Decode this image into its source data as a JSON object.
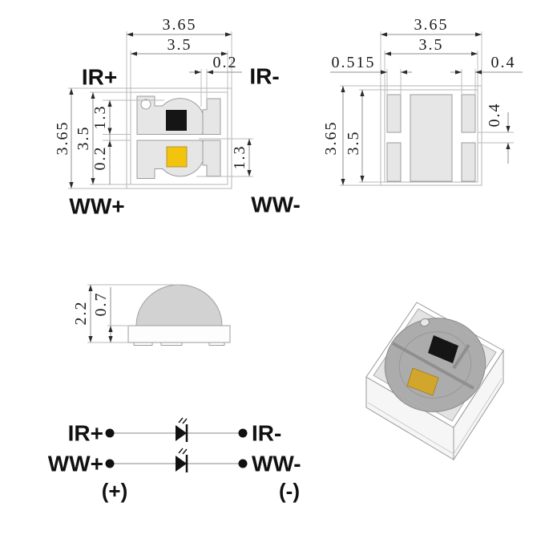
{
  "top_view": {
    "labels": {
      "ir_plus": "IR+",
      "ir_minus": "IR-",
      "ww_plus": "WW+",
      "ww_minus": "WW-"
    },
    "dims": {
      "outer_width": "3.65",
      "inner_width": "3.5",
      "top_pad_gap": "0.2",
      "outer_height": "3.65",
      "inner_height": "3.5",
      "chip_pad_height": "1.3",
      "center_gap": "0.2",
      "lower_pad_height": "1.3"
    }
  },
  "bottom_view": {
    "dims": {
      "outer_width": "3.65",
      "inner_width": "3.5",
      "left_pad_width": "0.515",
      "right_pad_width": "0.4",
      "outer_height": "3.65",
      "inner_height": "3.5",
      "right_pad_gap": "0.4"
    }
  },
  "side_view": {
    "dims": {
      "total_height": "2.2",
      "base_height": "0.7"
    }
  },
  "circuit": {
    "ir_anode": "IR+",
    "ir_cathode": "IR-",
    "ww_anode": "WW+",
    "ww_cathode": "WW-",
    "positive": "(+)",
    "negative": "(-)"
  },
  "colors": {
    "chip_ir": "#151515",
    "chip_ww": "#f2c40e",
    "pad_fill": "#e6e6e6",
    "dome_side": "#d2d2d2",
    "dome_3d": "#a9a9a9",
    "text": "#1a1a1a"
  }
}
